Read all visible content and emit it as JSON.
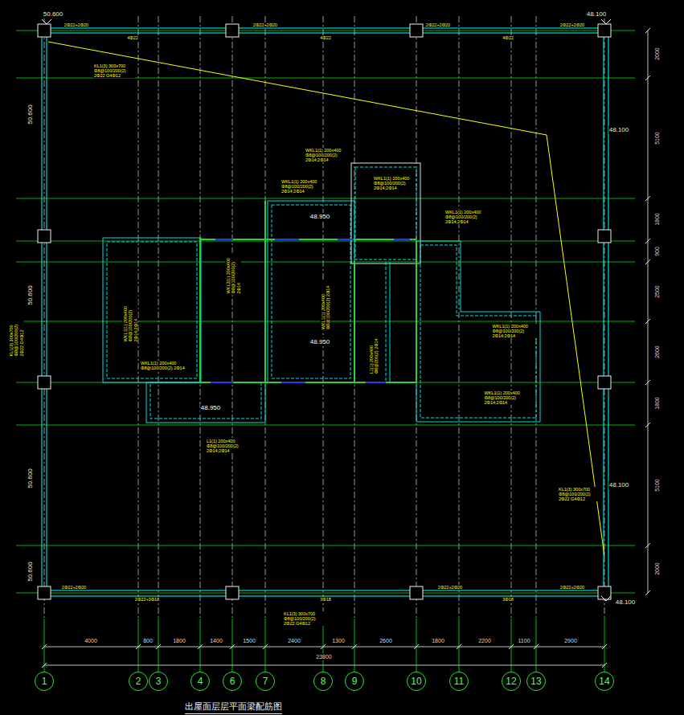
{
  "diagram": {
    "title": "出屋面层层平面梁配筋图",
    "nodes": [
      {
        "text": [
          "1"
        ]
      },
      {
        "text": [
          "2"
        ]
      },
      {
        "text": [
          "3"
        ]
      },
      {
        "text": [
          "4"
        ]
      },
      {
        "text": [
          "6"
        ]
      },
      {
        "text": [
          "7"
        ]
      },
      {
        "text": [
          "8"
        ]
      },
      {
        "text": [
          "9"
        ]
      },
      {
        "text": [
          "10"
        ]
      },
      {
        "text": [
          "11"
        ]
      },
      {
        "text": [
          "12"
        ]
      },
      {
        "text": [
          "13"
        ]
      },
      {
        "text": [
          "14"
        ]
      }
    ],
    "labels": [
      "4000",
      "800",
      "1800",
      "1400",
      "1500",
      "2400",
      "1300",
      "2600",
      "1800",
      "2200",
      "1100",
      "2900",
      "23800",
      "2000",
      "5100",
      "1800",
      "900",
      "2500",
      "2600",
      "1800",
      "5100",
      "2000",
      "50.600",
      "48.100",
      "50.600",
      "50.600",
      "50.600",
      "50.600",
      "48.100",
      "48.100",
      "48.100",
      "48.950",
      "48.950",
      "48.950",
      "KL1(3) 300x700 Φ8@100/200(2) 2Φ22 G4Φ12",
      "KL1(3) 300x700 Φ8@100/200(2) 2Φ22 G4Φ12",
      "KL1(3) 300x700 Φ8@100/200(2) 2Φ22 G4Φ12",
      "KL1(3) 300x700 Φ8@100/200(2) 2Φ22 G4Φ12",
      "WKL1(1) 200x400 Φ8@100/200(2) 2Φ14;2Φ14",
      "WKL1(1) 200x400 Φ8@100/200(2) 2Φ14;2Φ14",
      "WKL1(1) 200x400 Φ8@100/200(2) 2Φ14;2Φ14",
      "WKL1(1) 200x400 Φ8@100/200(2) 2Φ14;2Φ14",
      "WKL1(1) 200x400 Φ8@100/200(2) 2Φ14;2Φ14",
      "WKL1(1) 200x400 Φ8@100/200(2) 2Φ14;2Φ14",
      "WKL1(1) 200x400 Φ8@100/200(2) 2Φ14;2Φ14",
      "WKL1(1) 200x400 Φ8@100/200(2) 2Φ14",
      "L1(1) 200x400 Φ8@100/200(2) 2Φ14;2Φ14",
      "L1(1) 200x400 Φ8@200(2) 2Φ14",
      "WKL1(1) 200x400 Φ8@100/200(2) 2Φ14",
      "WKL2(1) 200x400 Φ8@100/200(2) 2Φ14",
      "2Φ22+2Φ20",
      "4Φ22",
      "2Φ22+2Φ20",
      "4Φ22",
      "2Φ22+2Φ20",
      "4Φ22",
      "2Φ22+2Φ20",
      "2Φ22+2Φ20",
      "2Φ22+3Φ18",
      "2Φ22+2Φ20",
      "3Φ18",
      "3Φ18",
      "2Φ22+2Φ20"
    ]
  }
}
